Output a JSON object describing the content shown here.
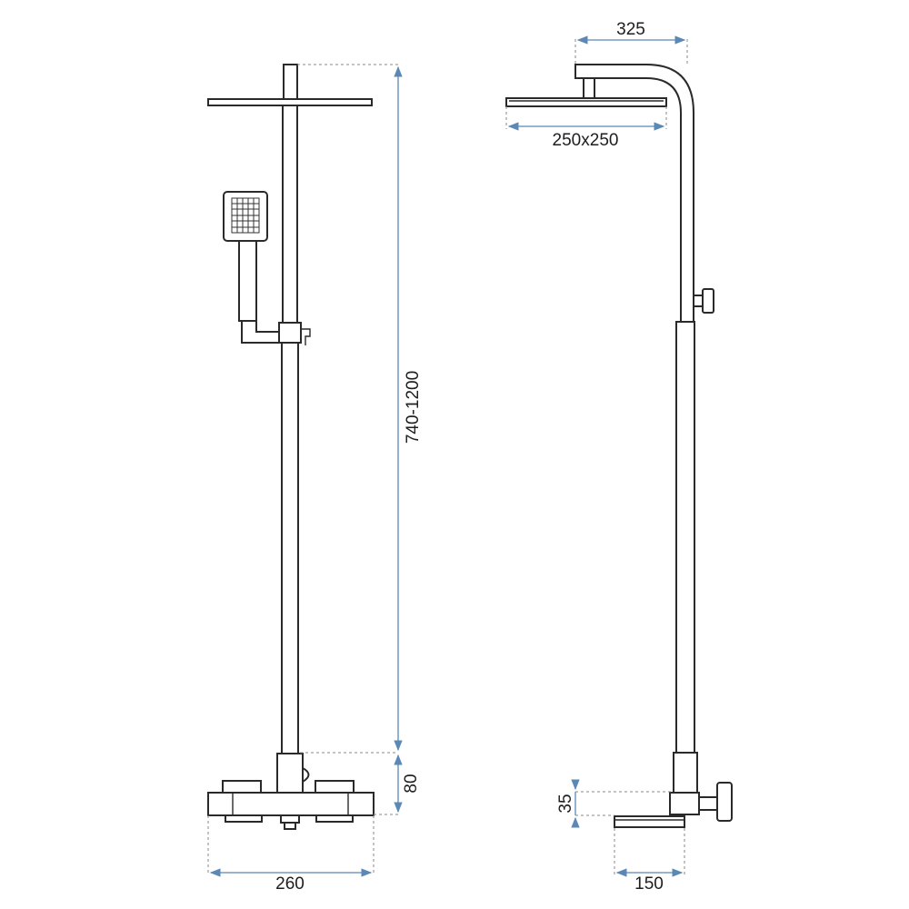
{
  "dimensions": {
    "top_arm_projection": "325",
    "shower_head_size": "250x250",
    "height_range": "740-1200",
    "mixer_to_bar": "80",
    "spout_offset": "35",
    "mixer_width": "260",
    "spout_length": "150"
  },
  "colors": {
    "line": "#2a2a2a",
    "dimension_line": "#5b88b5",
    "extension_line": "#8a8a8a",
    "background": "#ffffff"
  }
}
